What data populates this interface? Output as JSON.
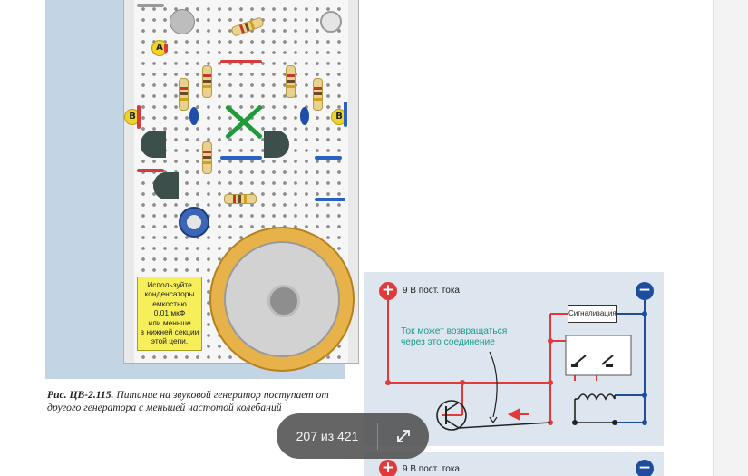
{
  "viewer": {
    "page_current": "207",
    "page_sep": "из",
    "page_total": "421",
    "expand_icon": "expand-diagonal-icon"
  },
  "board_figure": {
    "label_a": "A",
    "label_b": "B",
    "note_lines": [
      "Используйте",
      "конденсаторы",
      "емкостью",
      "0,01 мкФ",
      "или меньше",
      "в нижней секции",
      "этой цепи."
    ],
    "caption_ref": "Рис. ЦВ-2.115.",
    "caption_text": " Питание на звуковой генератор поступает от другого генератора с меньшей частотой колебаний"
  },
  "circuit_figure": {
    "supply_label": "9 В пост. тока",
    "alarm_label": "Сигнализация",
    "note": "Ток может возвращаться через это соединение",
    "plus_symbol": "+",
    "minus_symbol": "−",
    "colors": {
      "positive": "#e03a3a",
      "negative": "#1d4d9c",
      "annotation": "#1b9a90"
    }
  },
  "circuit_figure_2": {
    "supply_label": "9 В пост. тока"
  }
}
